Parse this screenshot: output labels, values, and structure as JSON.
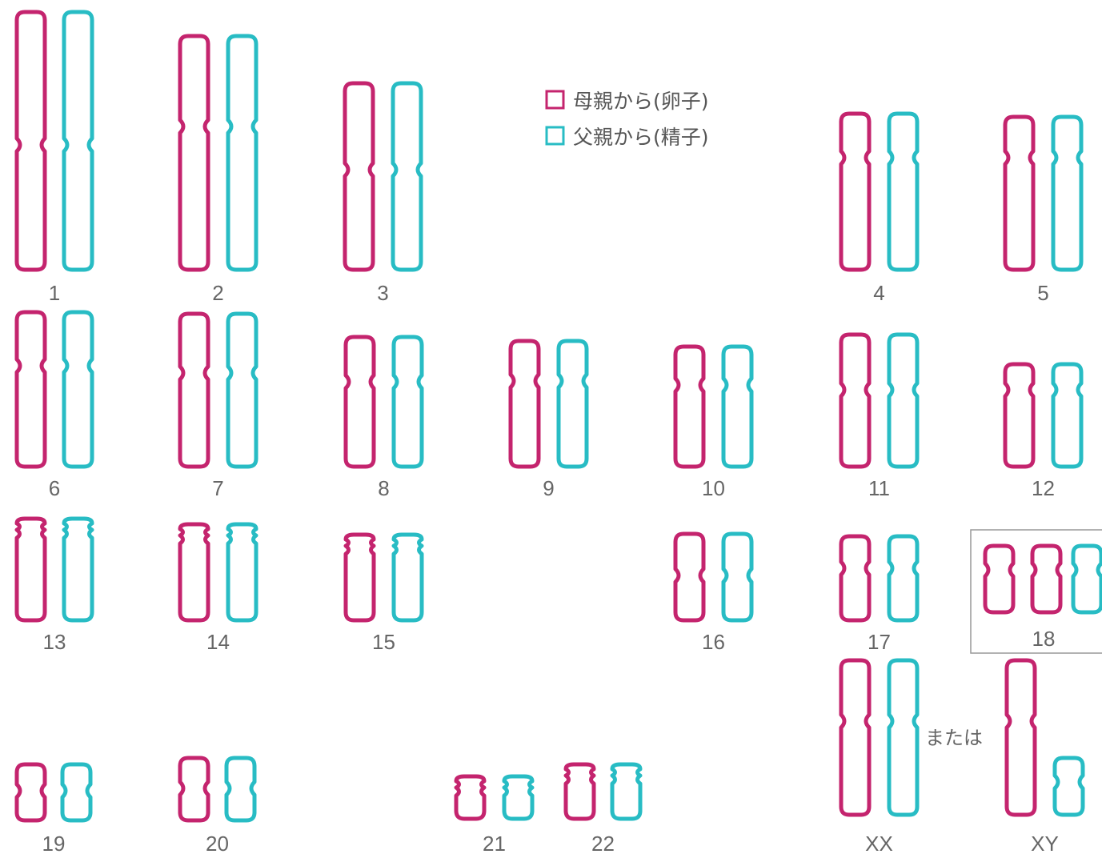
{
  "colors": {
    "maternal": "#c4246e",
    "paternal": "#28bcc4",
    "label": "#666666",
    "box_border": "#999999"
  },
  "legend": {
    "maternal": {
      "label": "母親から(卵子)",
      "color": "#c4246e"
    },
    "paternal": {
      "label": "父親から(精子)",
      "color": "#28bcc4"
    }
  },
  "chromosomes": [
    {
      "label": "1",
      "count": 2,
      "type": "meta"
    },
    {
      "label": "2",
      "count": 2,
      "type": "meta"
    },
    {
      "label": "3",
      "count": 2,
      "type": "meta"
    },
    {
      "label": "4",
      "count": 2,
      "type": "sub"
    },
    {
      "label": "5",
      "count": 2,
      "type": "sub"
    },
    {
      "label": "6",
      "count": 2,
      "type": "sub"
    },
    {
      "label": "7",
      "count": 2,
      "type": "sub"
    },
    {
      "label": "8",
      "count": 2,
      "type": "sub"
    },
    {
      "label": "9",
      "count": 2,
      "type": "sub"
    },
    {
      "label": "10",
      "count": 2,
      "type": "sub"
    },
    {
      "label": "11",
      "count": 2,
      "type": "sub"
    },
    {
      "label": "12",
      "count": 2,
      "type": "sub"
    },
    {
      "label": "13",
      "count": 2,
      "type": "acro"
    },
    {
      "label": "14",
      "count": 2,
      "type": "acro"
    },
    {
      "label": "15",
      "count": 2,
      "type": "acro"
    },
    {
      "label": "16",
      "count": 2,
      "type": "meta"
    },
    {
      "label": "17",
      "count": 2,
      "type": "sub"
    },
    {
      "label": "18",
      "count": 3,
      "type": "sub",
      "highlighted": true
    },
    {
      "label": "19",
      "count": 2,
      "type": "meta"
    },
    {
      "label": "20",
      "count": 2,
      "type": "meta"
    },
    {
      "label": "21",
      "count": 2,
      "type": "acro"
    },
    {
      "label": "22",
      "count": 2,
      "type": "acro"
    },
    {
      "label": "XX",
      "count": 2,
      "type": "sub"
    },
    {
      "label": "XY",
      "count": 2,
      "type": "sub"
    }
  ],
  "sex_separator": "または"
}
